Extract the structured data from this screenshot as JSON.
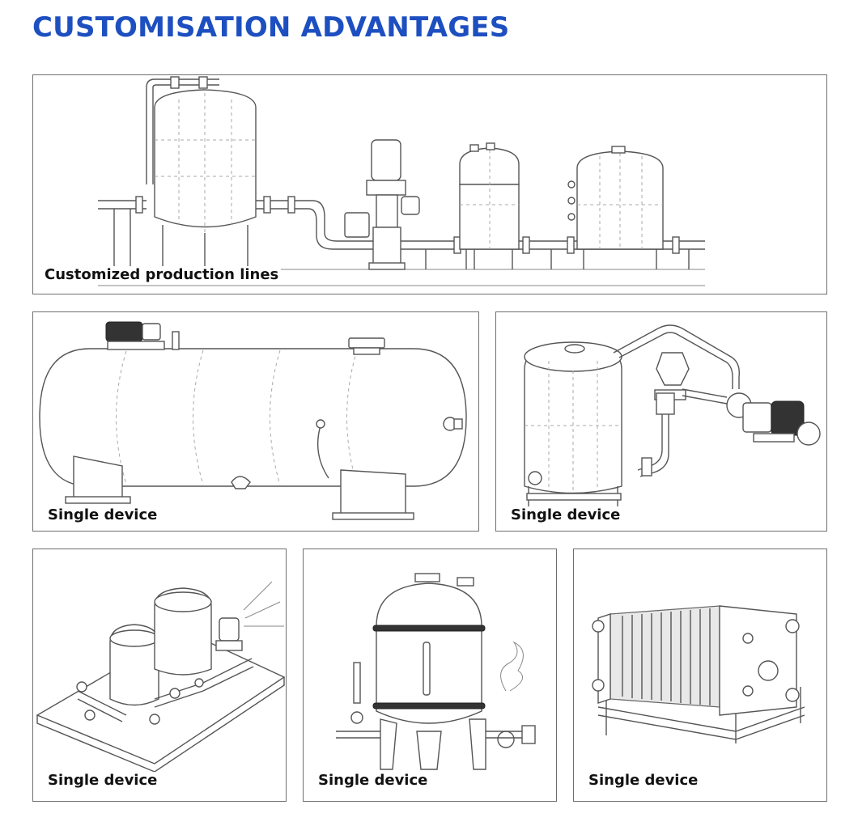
{
  "page": {
    "title": "CUSTOMISATION ADVANTAGES",
    "accent_color": "#1d4fc0"
  },
  "panels": [
    {
      "label": "Customized production lines",
      "illustration": "production-line-illustration"
    },
    {
      "label": "Single device",
      "illustration": "horizontal-tank-illustration"
    },
    {
      "label": "Single device",
      "illustration": "tank-pump-illustration"
    },
    {
      "label": "Single device",
      "illustration": "dual-tank-skid-illustration"
    },
    {
      "label": "Single device",
      "illustration": "pressure-vessel-illustration"
    },
    {
      "label": "Single device",
      "illustration": "plate-heat-exchanger-illustration"
    }
  ]
}
